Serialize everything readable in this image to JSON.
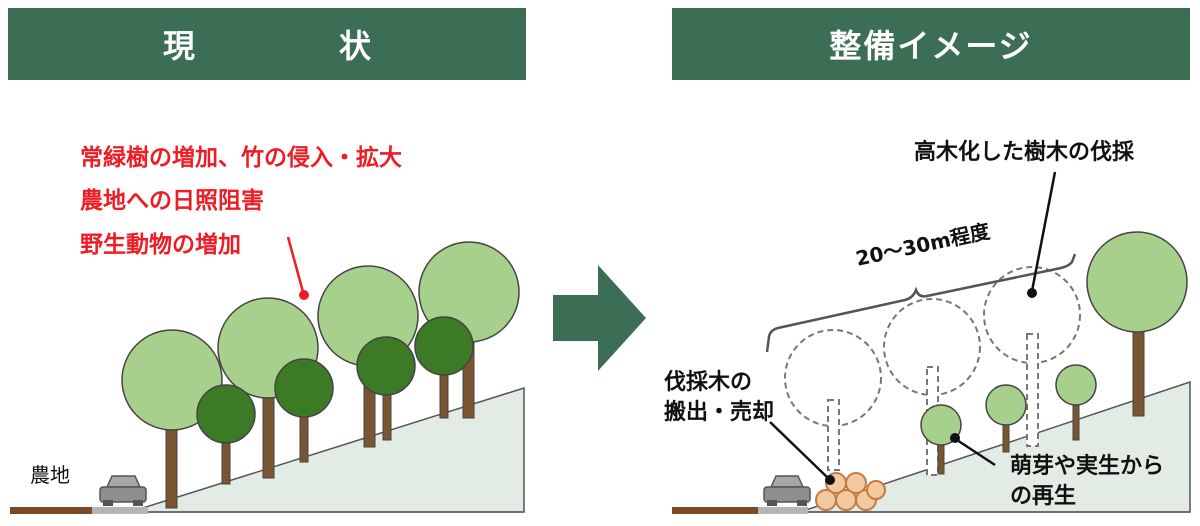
{
  "left_panel": {
    "title": "現　状",
    "issues": [
      "常緑樹の増加、竹の侵入・拡大",
      "農地への日照阻害",
      "野生動物の増加"
    ],
    "farmland_label": "農地"
  },
  "right_panel": {
    "title": "整備イメージ",
    "felling_label": "高木化した樹木の伐採",
    "spacing_label": "20～30m程度",
    "logs_label_line1": "伐採木の",
    "logs_label_line2": "搬出・売却",
    "regrowth_label_line1": "萌芽や実生から",
    "regrowth_label_line2": "の再生"
  },
  "colors": {
    "header_bg": "#3b6e54",
    "light_tree": "#a8d08d",
    "dark_tree": "#3c7a25",
    "trunk": "#7a5531",
    "slope": "#e2ebe4",
    "issue_text": "#ee1c25",
    "arrow": "#3b6e54"
  }
}
